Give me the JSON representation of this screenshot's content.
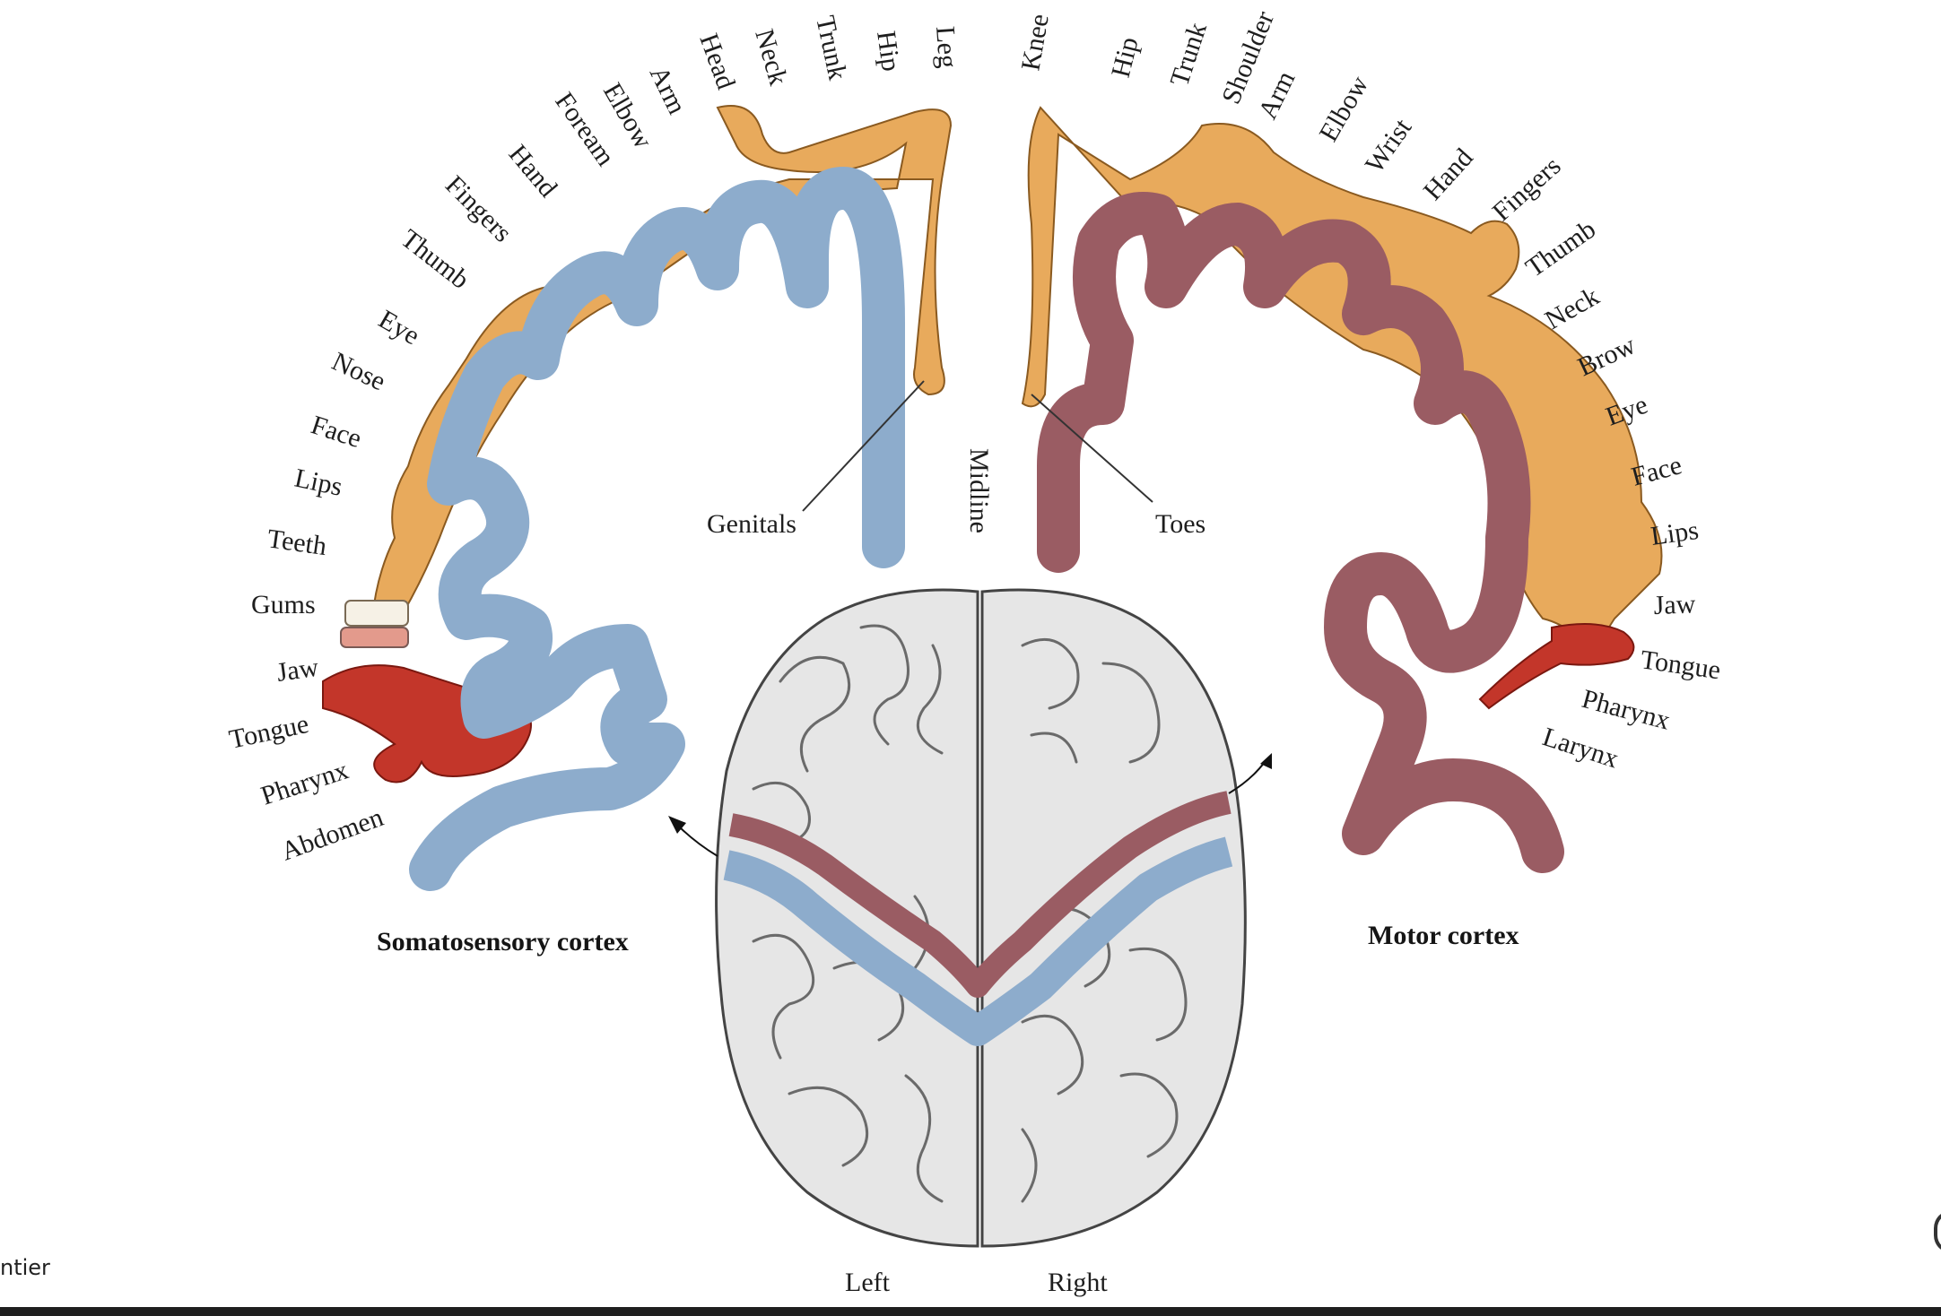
{
  "sensory": {
    "title": "Somatosensory cortex",
    "labels": [
      "Head",
      "Neck",
      "Trunk",
      "Hip",
      "Leg",
      "Arm",
      "Elbow",
      "Foream",
      "Hand",
      "Fingers",
      "Thumb",
      "Eye",
      "Nose",
      "Face",
      "Lips",
      "Teeth",
      "Gums",
      "Jaw",
      "Tongue",
      "Pharynx",
      "Abdomen",
      "Genitals"
    ]
  },
  "motor": {
    "title": "Motor cortex",
    "labels": [
      "Knee",
      "Hip",
      "Trunk",
      "Shoulder",
      "Arm",
      "Elbow",
      "Wrist",
      "Hand",
      "Fingers",
      "Thumb",
      "Neck",
      "Brow",
      "Eye",
      "Face",
      "Lips",
      "Jaw",
      "Tongue",
      "Pharynx",
      "Larynx",
      "Toes"
    ]
  },
  "midline": "Midline",
  "left": "Left",
  "right": "Right",
  "footer": "ntier",
  "colors": {
    "sensory_strip": "#8daccc",
    "motor_strip": "#9a5c63",
    "body": "#e8aa5c",
    "tongue": "#c3362a"
  }
}
